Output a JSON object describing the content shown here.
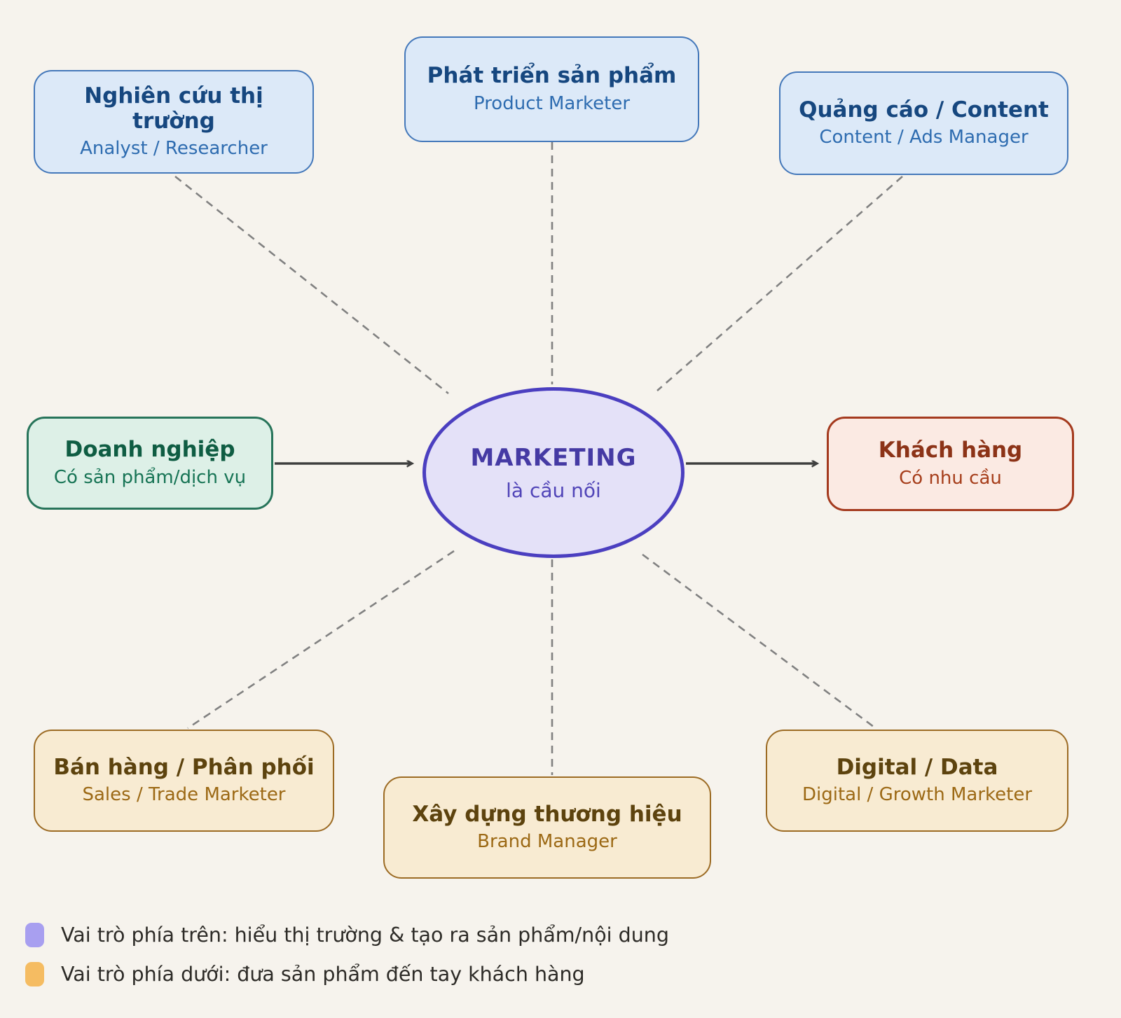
{
  "diagram": {
    "background": "#f6f3ed",
    "center": {
      "title": "MARKETING",
      "subtitle": "là cầu nối",
      "fill": "#e4e1f8",
      "border": "#4b3fc0"
    },
    "nodes": {
      "research": {
        "title": "Nghiên cứu thị trường",
        "subtitle": "Analyst / Researcher",
        "theme": "blue"
      },
      "product": {
        "title": "Phát triển sản phẩm",
        "subtitle": "Product Marketer",
        "theme": "blue"
      },
      "ads": {
        "title": "Quảng cáo / Content",
        "subtitle": "Content / Ads Manager",
        "theme": "blue"
      },
      "business": {
        "title": "Doanh nghiệp",
        "subtitle": "Có sản phẩm/dịch vụ",
        "theme": "green"
      },
      "customer": {
        "title": "Khách hàng",
        "subtitle": "Có nhu cầu",
        "theme": "red"
      },
      "sales": {
        "title": "Bán hàng / Phân phối",
        "subtitle": "Sales / Trade Marketer",
        "theme": "orange"
      },
      "brand": {
        "title": "Xây dựng thương hiệu",
        "subtitle": "Brand Manager",
        "theme": "orange"
      },
      "digital": {
        "title": "Digital / Data",
        "subtitle": "Digital / Growth Marketer",
        "theme": "orange"
      }
    },
    "colors": {
      "blue_fill": "#dce9f8",
      "blue_border": "#4478ba",
      "blue_title": "#16477f",
      "blue_subtitle": "#2e6cb0",
      "green_fill": "#ddf0e7",
      "green_border": "#27745a",
      "green_text": "#0f5d43",
      "red_fill": "#fbeae3",
      "red_border": "#a43a1e",
      "red_text": "#8c3317",
      "orange_fill": "#f8ebd2",
      "orange_border": "#9c6b24",
      "orange_title": "#5d430e",
      "orange_subtitle": "#9c6915",
      "dashed_line": "#818181",
      "solid_arrow": "#3f3f3f"
    },
    "legend": {
      "items": [
        {
          "swatch_color": "#a89ff0",
          "label": "Vai trò phía trên: hiểu thị trường & tạo ra sản phẩm/nội dung"
        },
        {
          "swatch_color": "#f5bc62",
          "label": "Vai trò phía dưới: đưa sản phẩm đến tay khách hàng"
        }
      ]
    }
  }
}
